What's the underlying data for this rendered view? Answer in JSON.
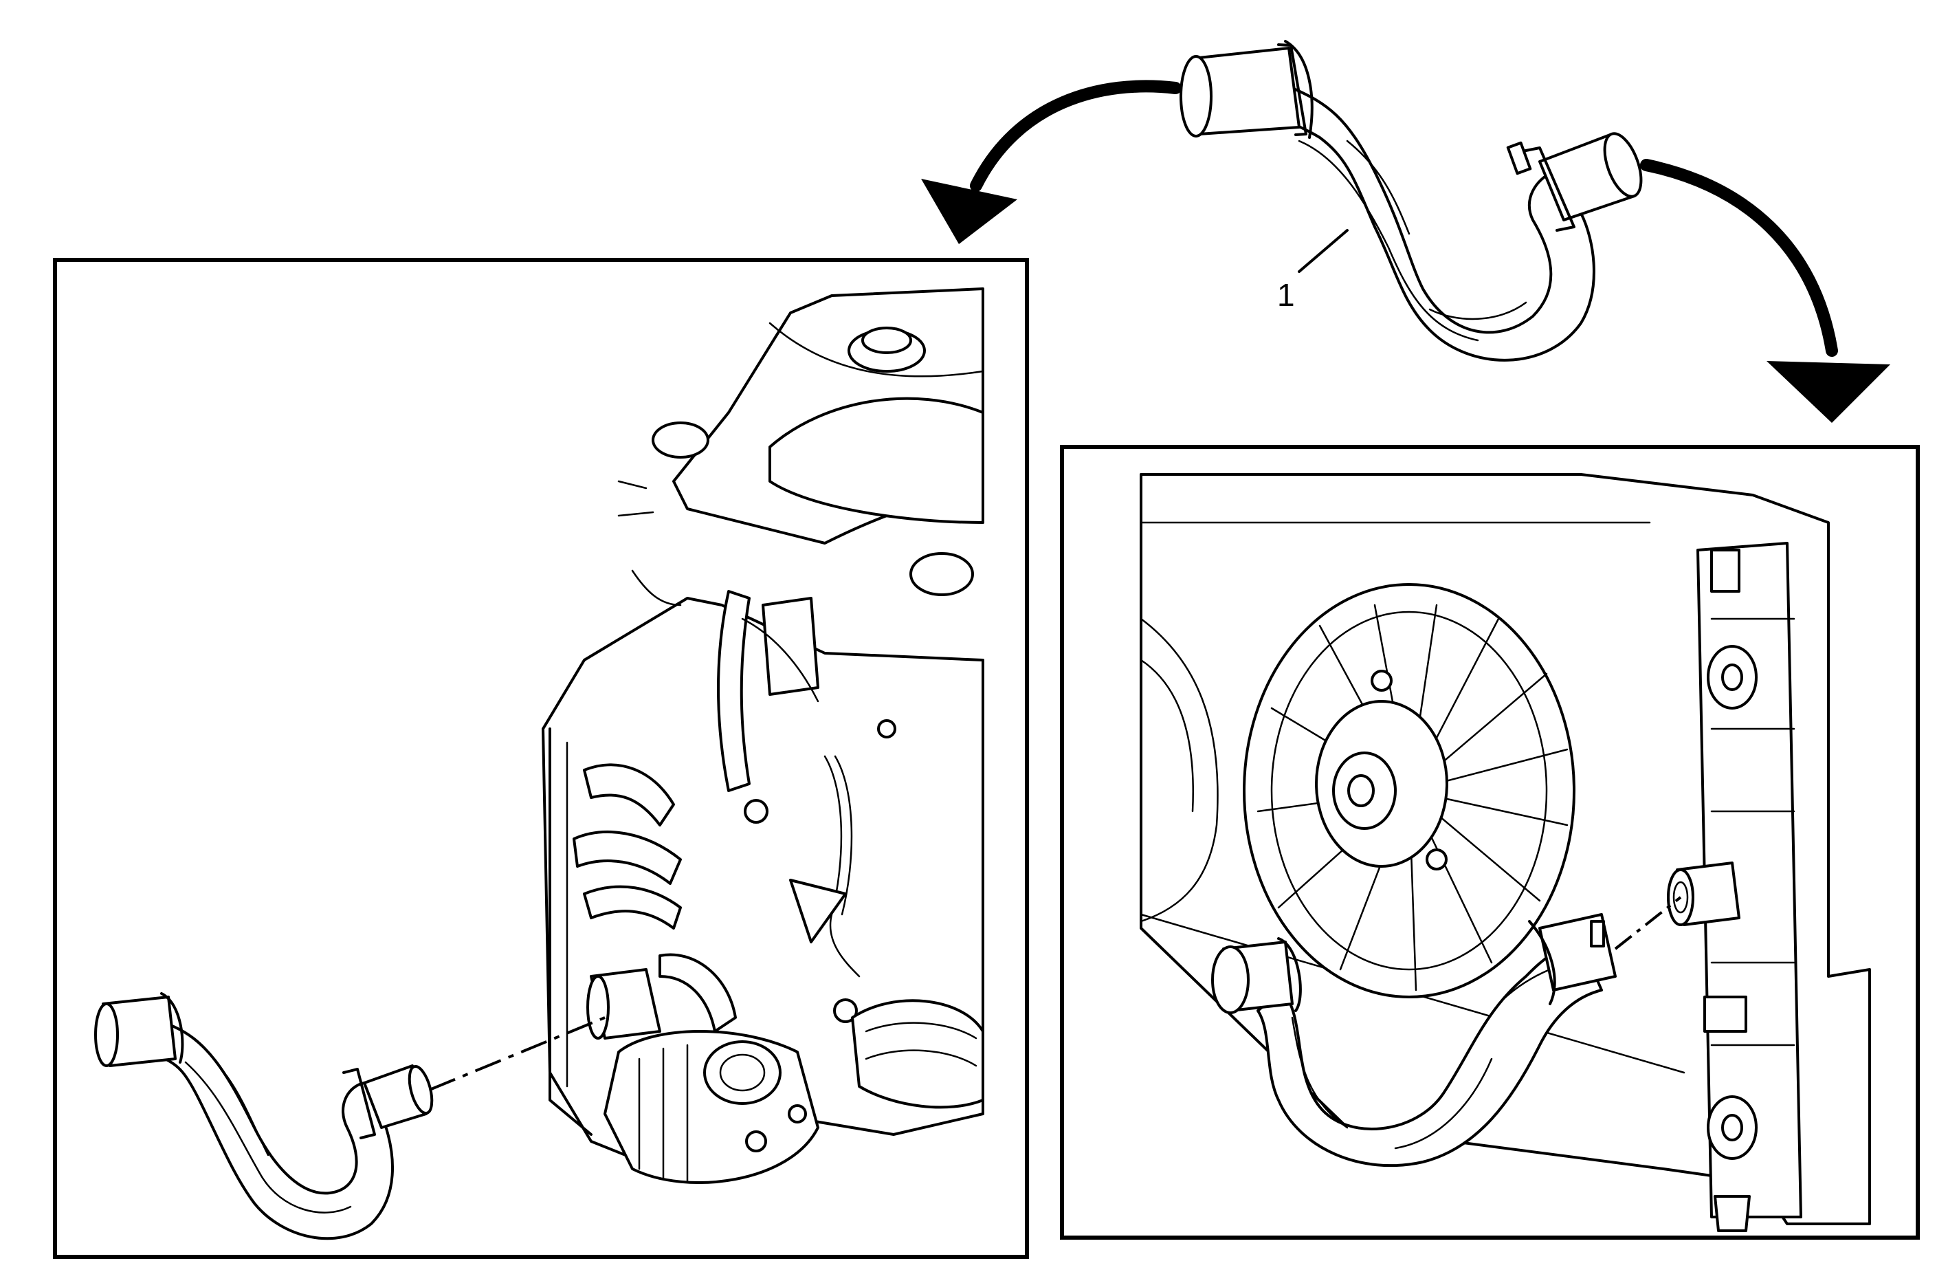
{
  "callouts": [
    {
      "id": "hose",
      "label": "1"
    }
  ],
  "colors": {
    "ink": "#000000",
    "paper": "#ffffff"
  },
  "panels": [
    {
      "id": "engine-side",
      "description_icon": "engine-outlet-view"
    },
    {
      "id": "radiator-side",
      "description_icon": "radiator-inlet-view"
    }
  ]
}
